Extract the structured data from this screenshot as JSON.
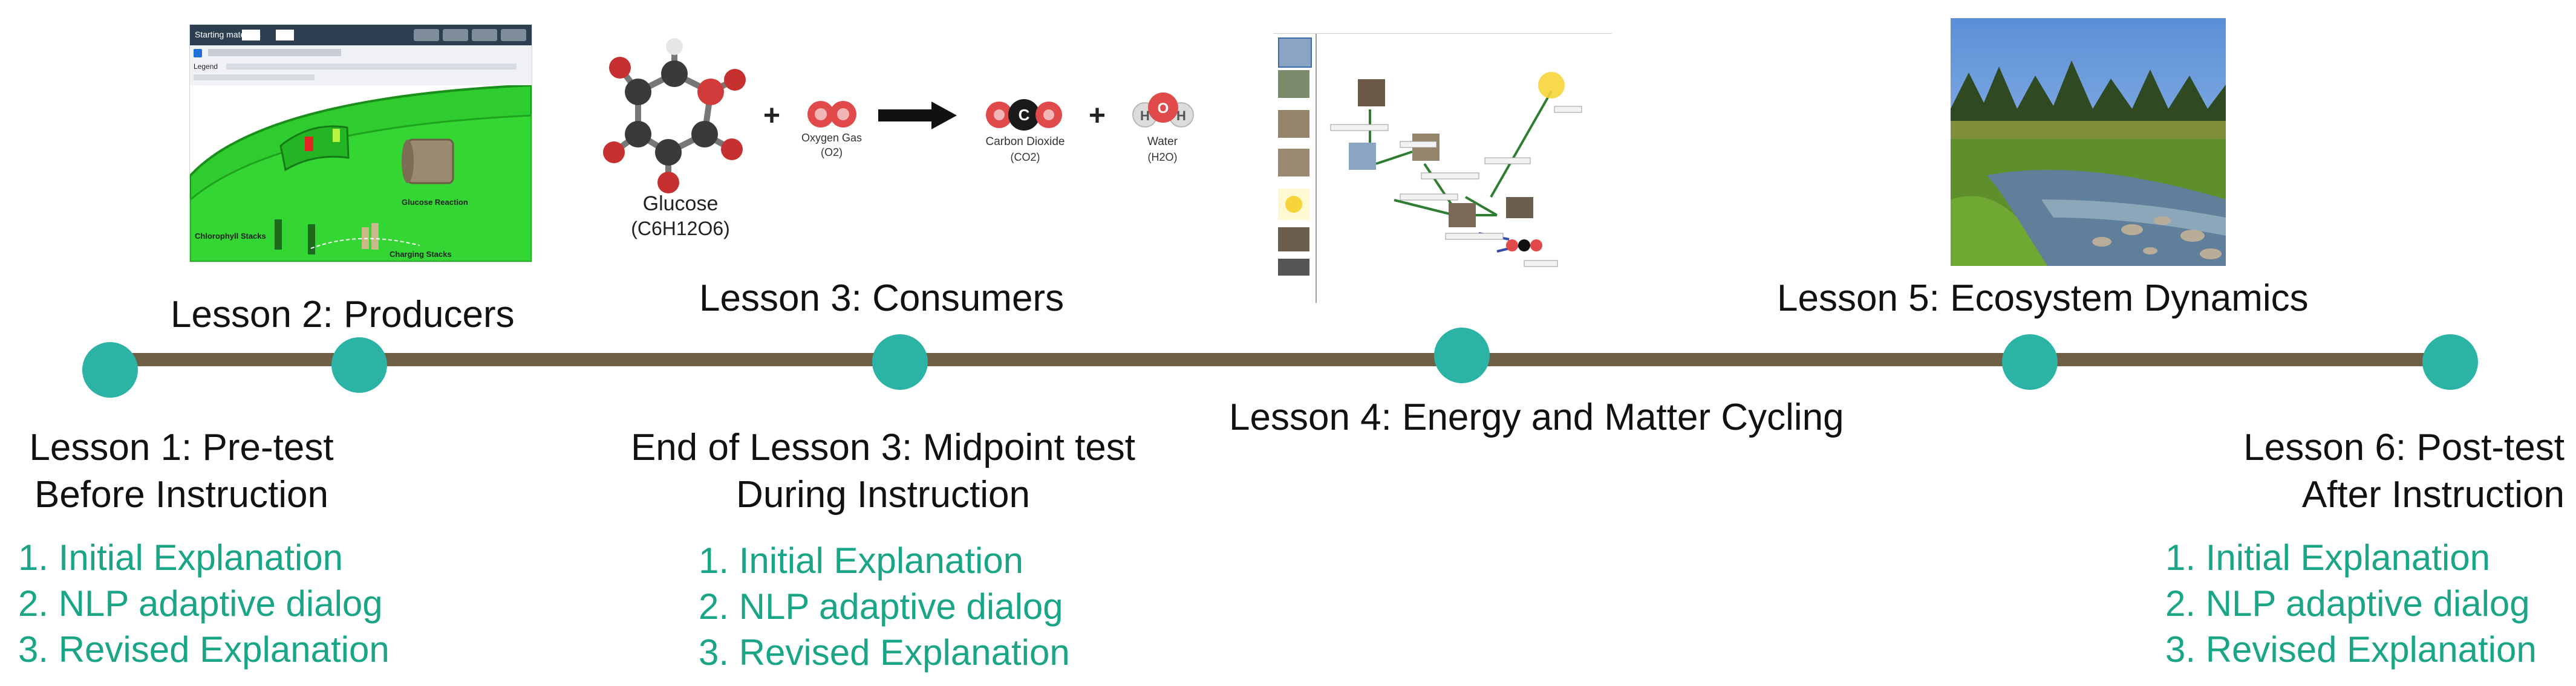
{
  "lessons": [
    {
      "id": "l1",
      "title_line1": "Lesson 1: Pre-test",
      "title_line2": "Before Instruction"
    },
    {
      "id": "l2",
      "title": "Lesson 2: Producers"
    },
    {
      "id": "l3",
      "title": "Lesson 3: Consumers"
    },
    {
      "id": "l3b",
      "title_line1": "End of Lesson 3: Midpoint test",
      "title_line2": "During Instruction"
    },
    {
      "id": "l4",
      "title": "Lesson 4: Energy and Matter Cycling"
    },
    {
      "id": "l5",
      "title": "Lesson 5: Ecosystem Dynamics"
    },
    {
      "id": "l6",
      "title_line1": "Lesson 6: Post-test",
      "title_line2": "After Instruction"
    }
  ],
  "assessment_steps": [
    "1. Initial Explanation",
    "2. NLP adaptive dialog",
    "3. Revised Explanation"
  ],
  "producer_sim": {
    "toolbar_text": "Starting materials",
    "legend": "Legend",
    "label_glucose": "Glucose Reaction",
    "label_chlorophyll": "Chlorophyll Stacks",
    "label_charging": "Charging Stacks"
  },
  "reaction": {
    "glucose_label": "Glucose",
    "glucose_formula": "(C6H12O6)",
    "plus1": "+",
    "oxygen_label": "Oxygen Gas",
    "oxygen_formula": "(O2)",
    "co2_label": "Carbon Dioxide",
    "co2_formula": "(CO2)",
    "plus2": "+",
    "water_label": "Water",
    "water_formula": "(H2O)"
  },
  "colors": {
    "accent": "#2bb3a6",
    "timeline": "#6e5f45",
    "steps": "#1aa586",
    "cell_green": "#2ecc2e"
  }
}
